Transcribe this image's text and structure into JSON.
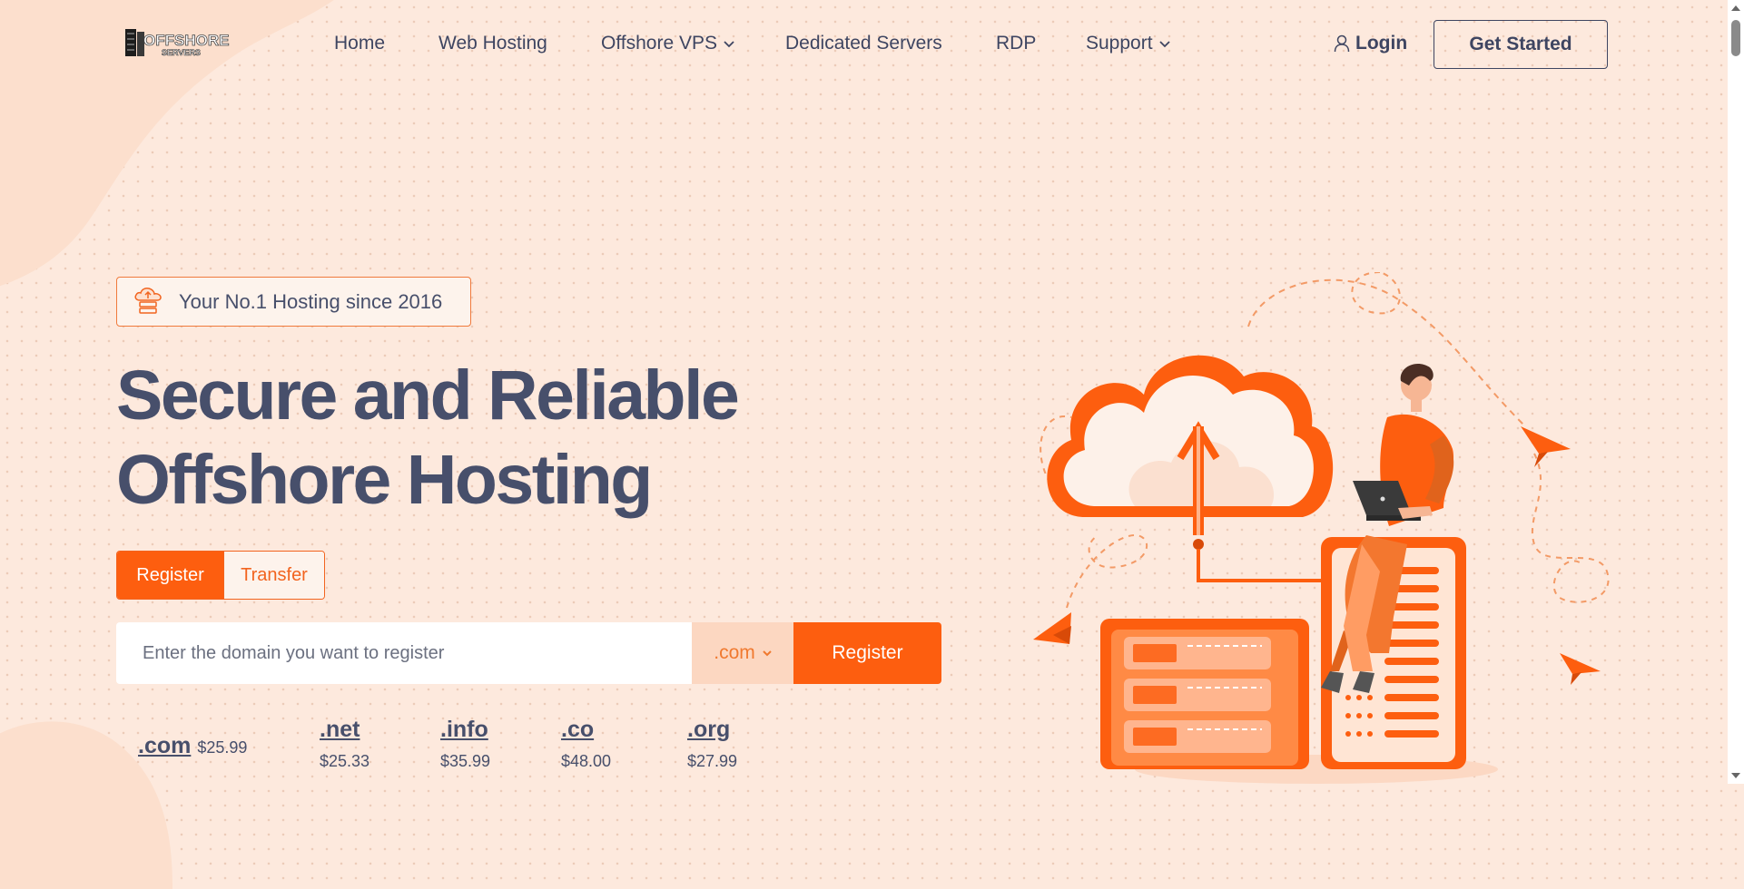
{
  "brand": {
    "logo_top": "OFFSHORE",
    "logo_bottom": "SERVERS"
  },
  "nav": {
    "items": [
      {
        "label": "Home"
      },
      {
        "label": "Web Hosting"
      },
      {
        "label": "Offshore VPS"
      },
      {
        "label": "Dedicated Servers"
      },
      {
        "label": "RDP"
      },
      {
        "label": "Support"
      }
    ],
    "login_label": "Login",
    "cta_label": "Get Started"
  },
  "hero": {
    "badge_text": "Your No.1 Hosting since 2016",
    "title_line1": "Secure and Reliable",
    "title_line2": "Offshore Hosting"
  },
  "domain_search": {
    "tabs": [
      {
        "label": "Register"
      },
      {
        "label": "Transfer"
      }
    ],
    "placeholder": "Enter the domain you want to register",
    "selected_tld": ".com",
    "submit_label": "Register"
  },
  "tlds": [
    {
      "name": ".com",
      "price": "$25.99"
    },
    {
      "name": ".net",
      "price": "$25.33"
    },
    {
      "name": ".info",
      "price": "$35.99"
    },
    {
      "name": ".co",
      "price": "$48.00"
    },
    {
      "name": ".org",
      "price": "$27.99"
    }
  ],
  "colors": {
    "accent": "#fd5e0f",
    "text": "#474f6b",
    "background": "#fde9dd"
  },
  "icons": {
    "login": "user-icon",
    "badge": "cloud-server-icon",
    "dropdown": "chevron-down-icon"
  }
}
